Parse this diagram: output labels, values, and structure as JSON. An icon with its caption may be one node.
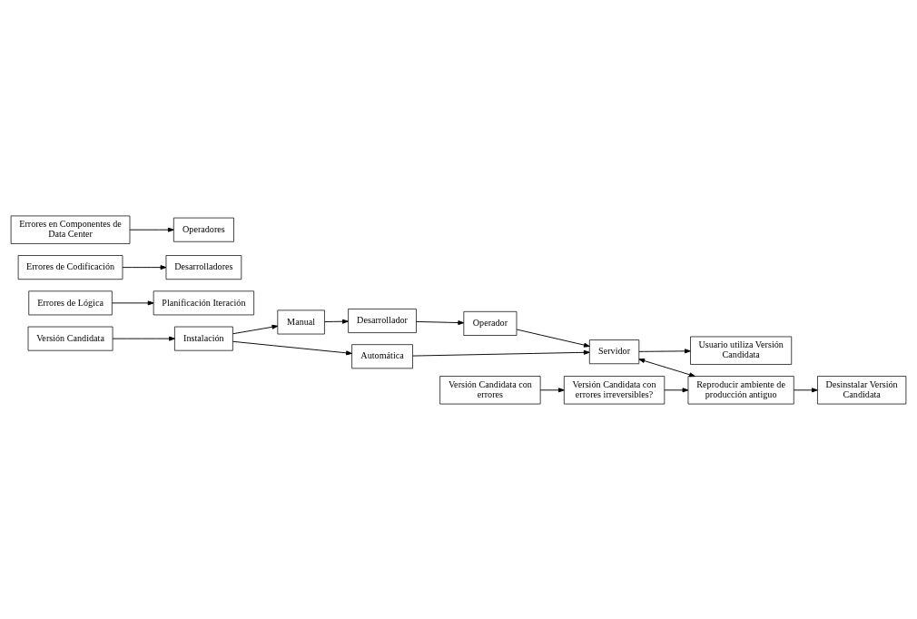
{
  "diagram": {
    "nodes": [
      {
        "text": [
          "Versión Candidata"
        ]
      },
      {
        "text": [
          "Instalación"
        ]
      },
      {
        "text": [
          "Manual"
        ]
      },
      {
        "text": [
          "Automática"
        ]
      },
      {
        "text": [
          "Desarrollador"
        ]
      },
      {
        "text": [
          "Operador"
        ]
      },
      {
        "text": [
          "Servidor"
        ]
      },
      {
        "text": [
          "Usuario utiliza Versión Candidata"
        ]
      },
      {
        "text": [
          "Versión Candidata con errores"
        ]
      },
      {
        "text": [
          "Errores de Lógica"
        ]
      },
      {
        "text": [
          "Planificación Iteración"
        ]
      },
      {
        "text": [
          "Errores de Codificación"
        ]
      },
      {
        "text": [
          "Desarrolladores"
        ]
      },
      {
        "text": [
          "Errores en Componentes de Data Center"
        ]
      },
      {
        "text": [
          "Operadores"
        ]
      },
      {
        "text": [
          "Versión Candidata con errores irreversibles?"
        ]
      },
      {
        "text": [
          "Reproducir ambiente de producción antiguo"
        ]
      },
      {
        "text": [
          "Desinstalar Versión Candidata"
        ]
      }
    ],
    "edges": [
      {
        "from": 0,
        "to": 1,
        "arrow": "to"
      },
      {
        "from": 1,
        "to": 2,
        "arrow": "to"
      },
      {
        "from": 1,
        "to": 3,
        "arrow": "to"
      },
      {
        "from": 2,
        "to": 4,
        "arrow": "to"
      },
      {
        "from": 4,
        "to": 5,
        "arrow": "to"
      },
      {
        "from": 5,
        "to": 6,
        "arrow": "to"
      },
      {
        "from": 3,
        "to": 6,
        "arrow": "to"
      },
      {
        "from": 6,
        "to": 7,
        "arrow": "to"
      },
      {
        "from": 8,
        "to": 15,
        "arrow": "to"
      },
      {
        "from": 9,
        "to": 10,
        "arrow": "to"
      },
      {
        "from": 11,
        "to": 12,
        "arrow": "to"
      },
      {
        "from": 13,
        "to": 14,
        "arrow": "to"
      },
      {
        "from": 15,
        "to": 16,
        "arrow": "to"
      },
      {
        "from": 6,
        "to": 16,
        "arrow": "both"
      },
      {
        "from": 16,
        "to": 17,
        "arrow": "to"
      }
    ]
  }
}
